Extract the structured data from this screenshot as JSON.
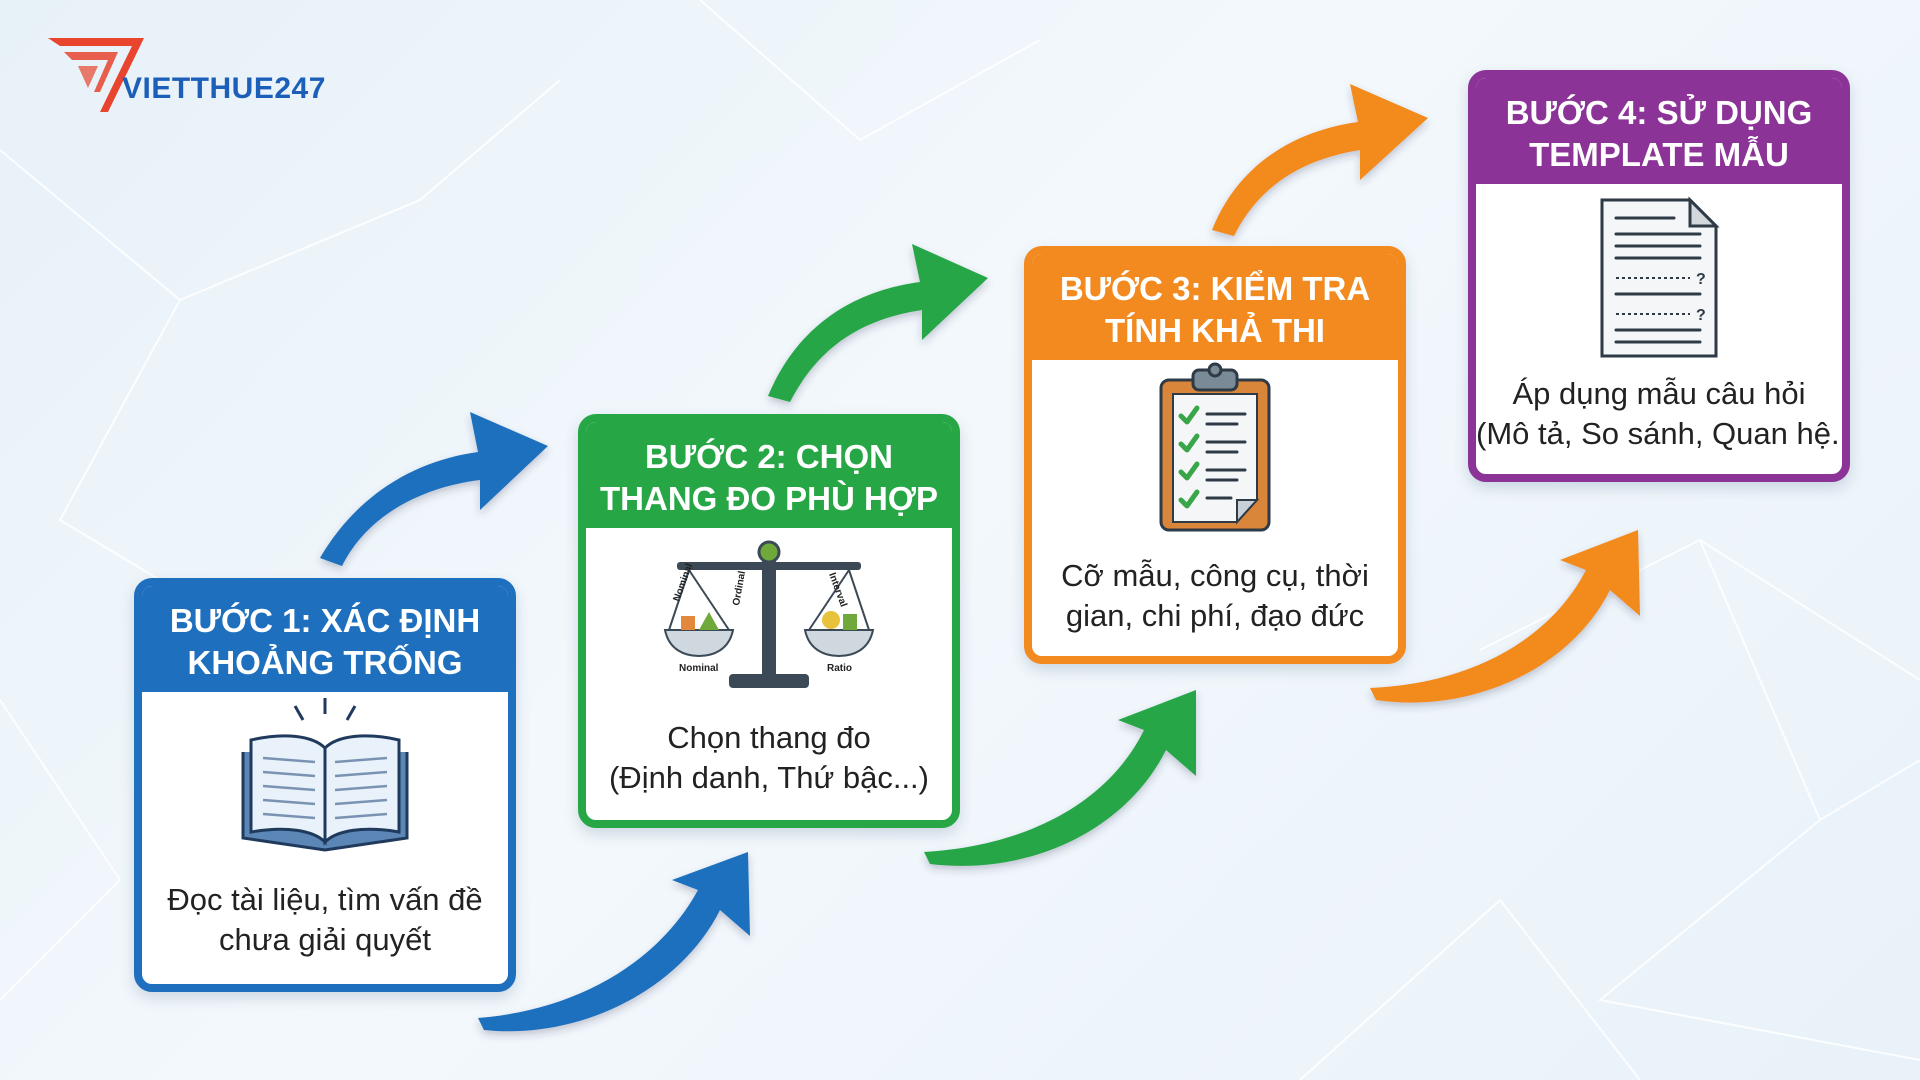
{
  "brand": {
    "name": "VIETTHUE247",
    "accent": "#e8442e",
    "text_color": "#1c5fb8"
  },
  "steps": [
    {
      "title_line1": "BƯỚC 1: XÁC ĐỊNH",
      "title_line2": "KHOẢNG TRỐNG",
      "desc_line1": "Đọc tài liệu, tìm vấn đề",
      "desc_line2": "chưa giải quyết",
      "color": "#1e6fbd",
      "icon": "open-book-icon"
    },
    {
      "title_line1": "BƯỚC 2: CHỌN",
      "title_line2": "THANG ĐO PHÙ HỢP",
      "desc_line1": "Chọn thang đo",
      "desc_line2": "(Định danh, Thứ bậc...)",
      "color": "#27a646",
      "icon": "balance-scale-icon",
      "scale_labels": {
        "nominal_top": "Nominal",
        "ordinal": "Ordinal",
        "interval": "Interval",
        "nominal_bottom": "Nominal",
        "ratio": "Ratio"
      }
    },
    {
      "title_line1": "BƯỚC 3: KIỂM TRA",
      "title_line2": "TÍNH KHẢ THI",
      "desc_line1": "Cỡ mẫu, công cụ, thời",
      "desc_line2": "gian, chi phí, đạo đức",
      "color": "#f28a1f",
      "icon": "clipboard-checklist-icon"
    },
    {
      "title_line1": "BƯỚC 4: SỬ DỤNG",
      "title_line2": "TEMPLATE MẪU",
      "desc_line1": "Áp dụng mẫu câu hỏi",
      "desc_line2": "(Mô tả, So sánh, Quan hệ...)",
      "color": "#8b3397",
      "icon": "document-template-icon",
      "doc_marks": [
        "?",
        "?"
      ]
    }
  ]
}
